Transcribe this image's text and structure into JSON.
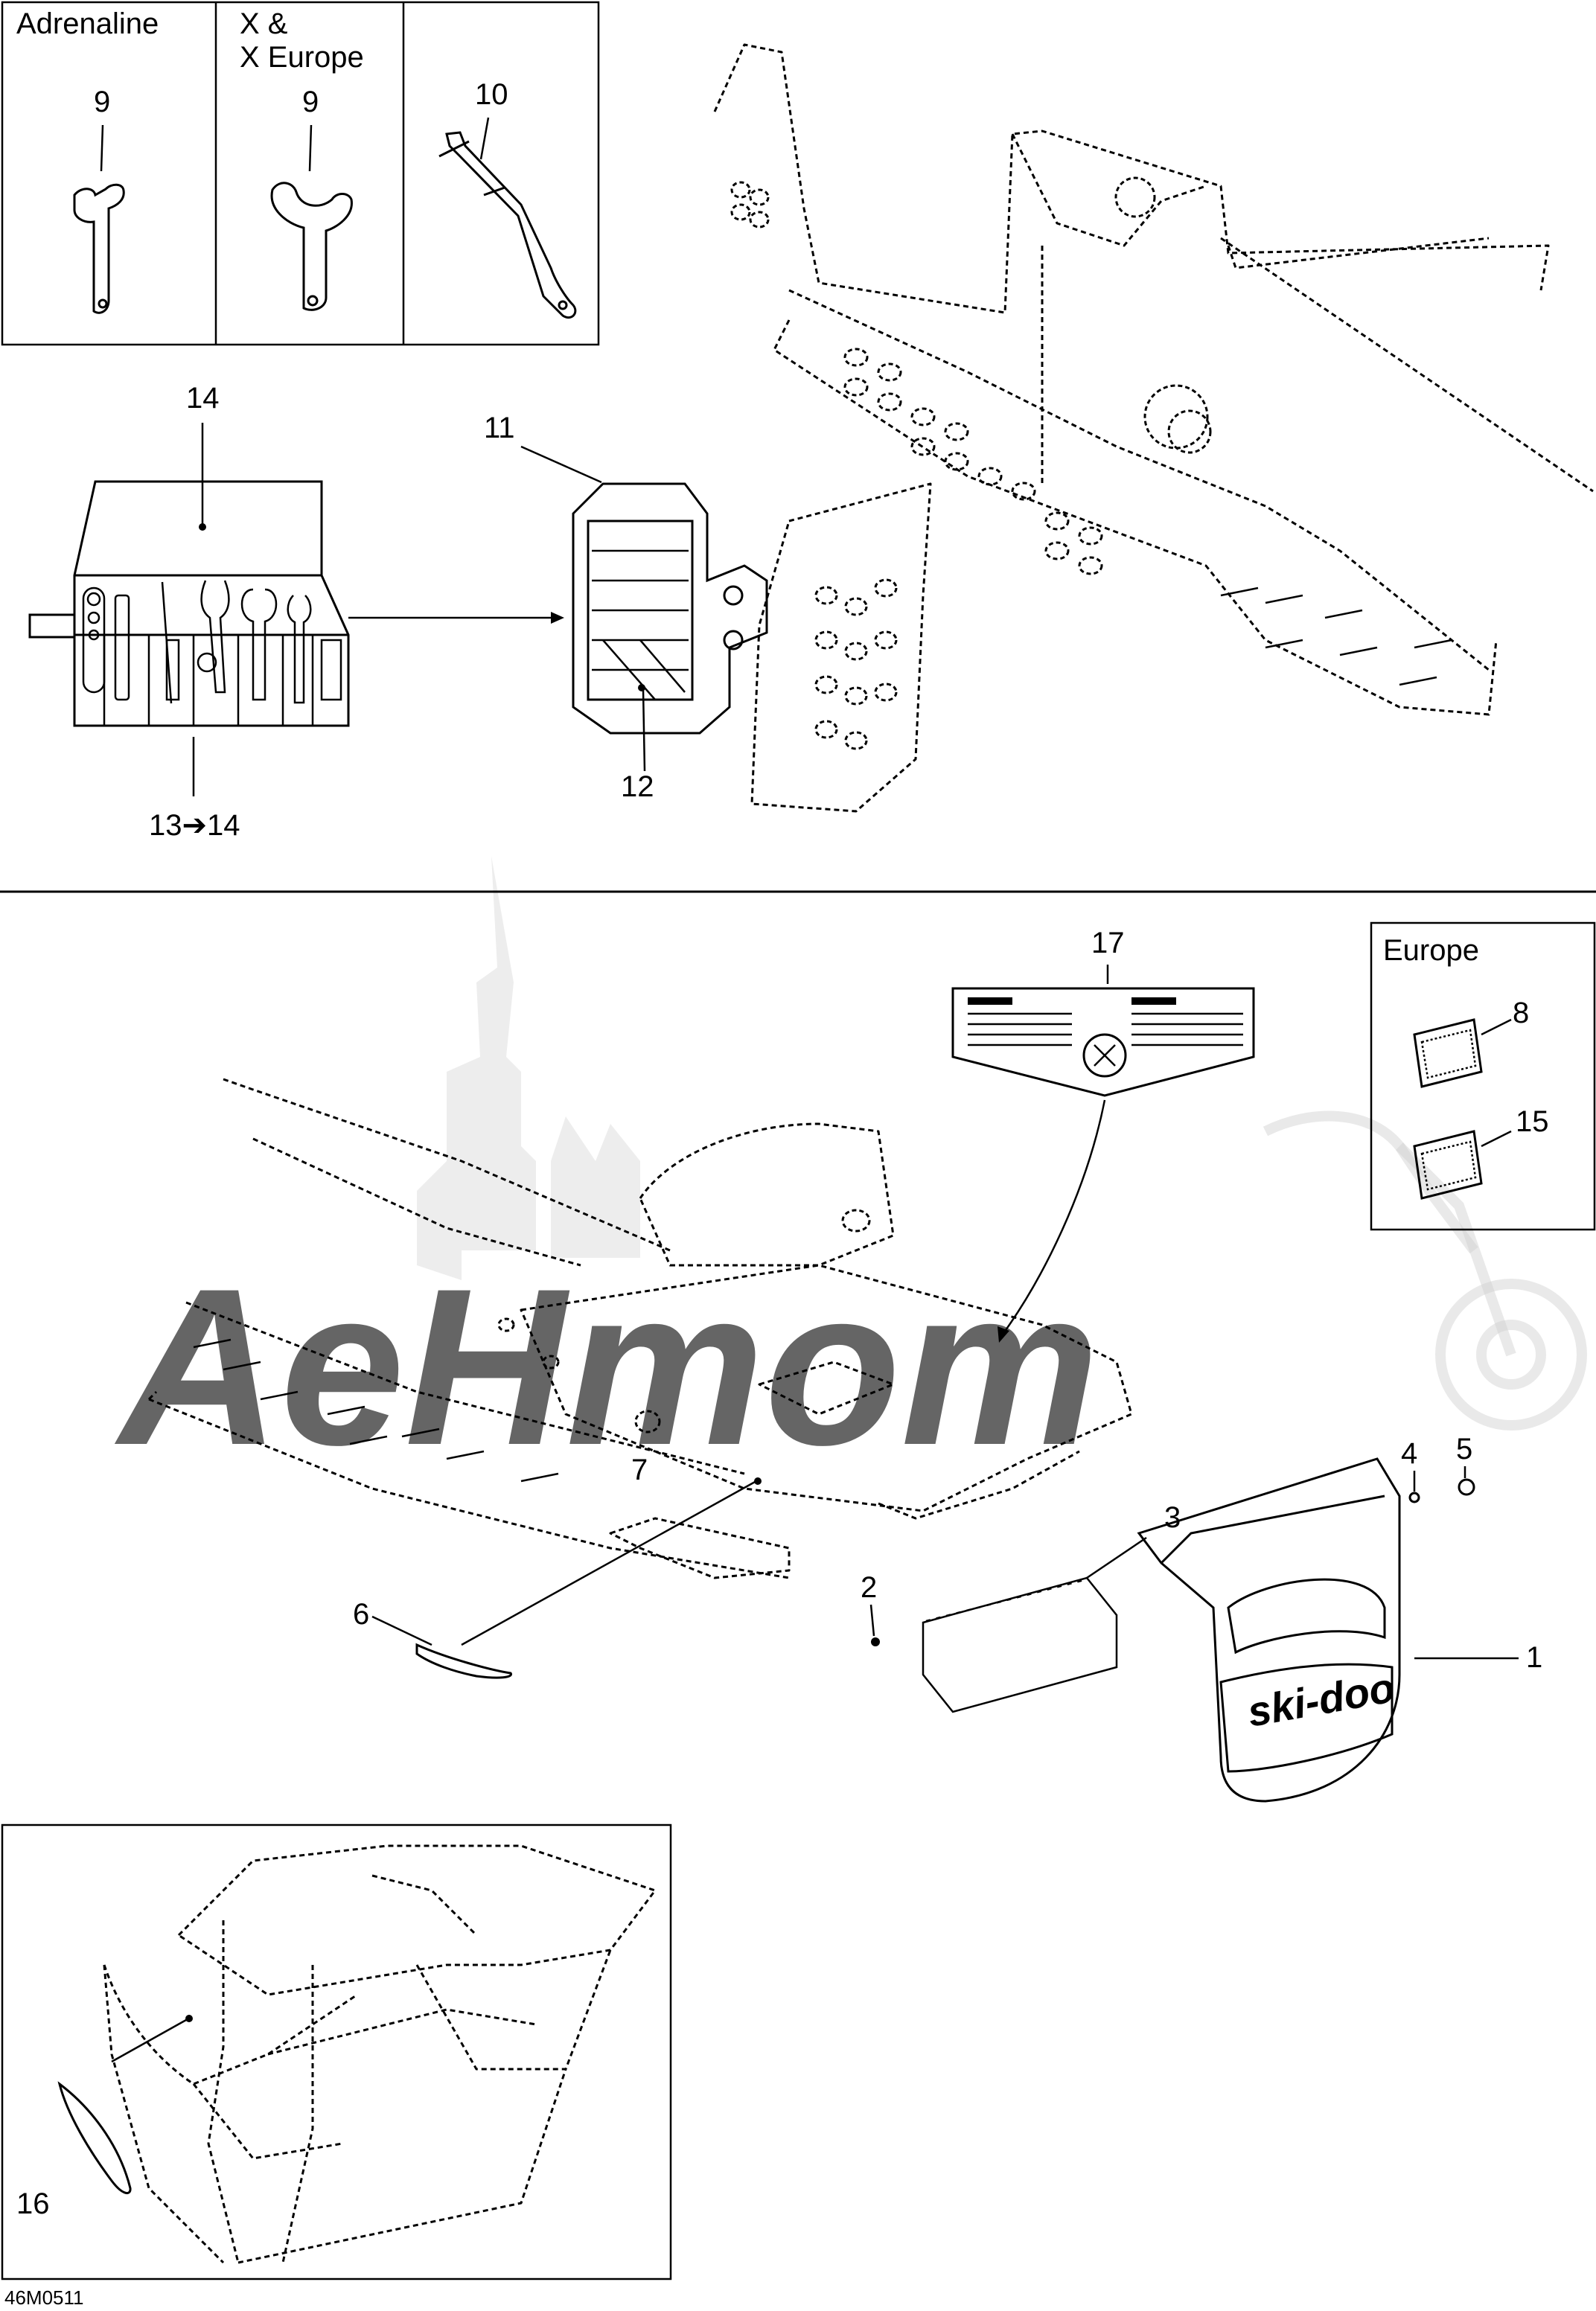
{
  "panels": {
    "adrenaline": "Adrenaline",
    "x_line1": "X &",
    "x_line2": "X Europe",
    "europe": "Europe"
  },
  "callouts": {
    "c9a": "9",
    "c9b": "9",
    "c10": "10",
    "c14": "14",
    "c11": "11",
    "c12": "12",
    "c13": "13➔14",
    "c17": "17",
    "c8": "8",
    "c15": "15",
    "c7": "7",
    "c6": "6",
    "c3": "3",
    "c4": "4",
    "c5": "5",
    "c2": "2",
    "c1": "1",
    "c16": "16"
  },
  "figure_code": "46M0511",
  "watermark_text": "AeHmom",
  "logo_text": "ski-doo"
}
